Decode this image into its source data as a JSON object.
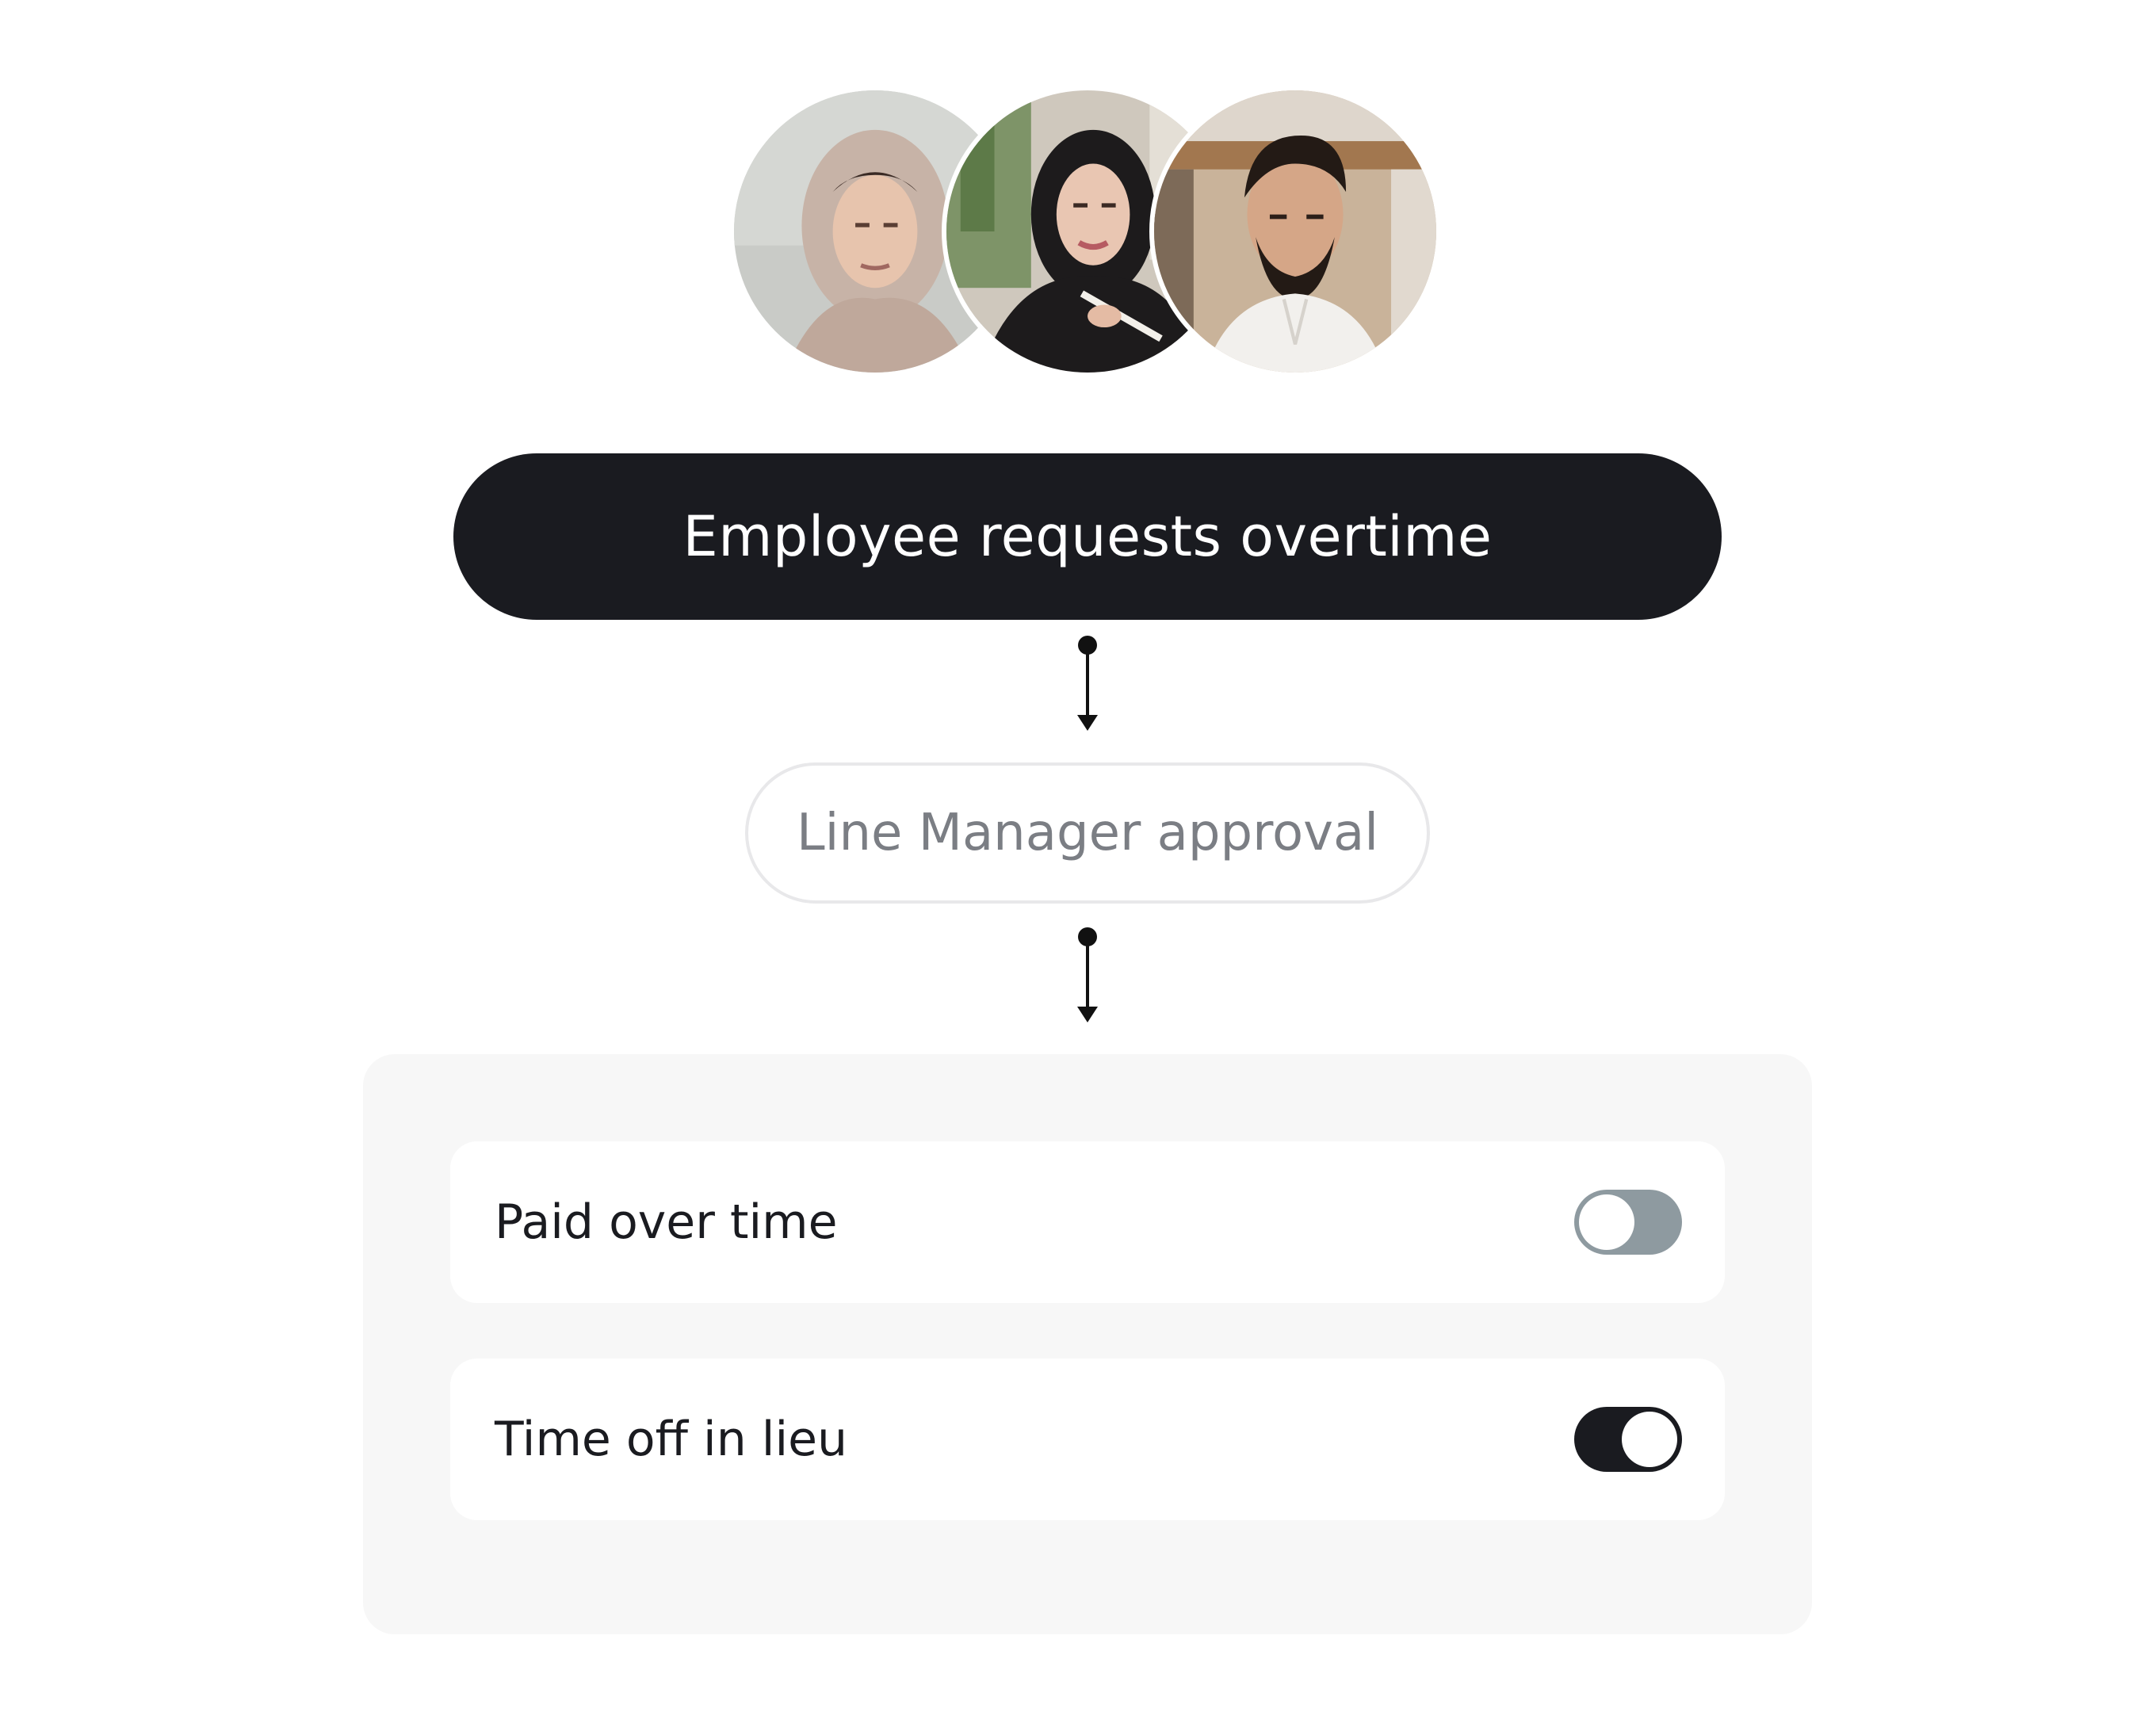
{
  "avatars": [
    {
      "icon": "person-photo-woman-beige-hijab"
    },
    {
      "icon": "person-photo-woman-black-abaya"
    },
    {
      "icon": "person-photo-man-beard"
    }
  ],
  "flow": {
    "step_1_label": "Employee requests overtime",
    "step_2_label": "Line Manager approval"
  },
  "options": [
    {
      "label": "Paid over time",
      "toggle_on": false
    },
    {
      "label": "Time off in lieu",
      "toggle_on": true
    }
  ],
  "colors": {
    "primary_dark": "#1a1b20",
    "toggle_off": "#8e9aa0",
    "secondary_text": "#7b7e84",
    "panel_bg": "#f7f7f7"
  }
}
